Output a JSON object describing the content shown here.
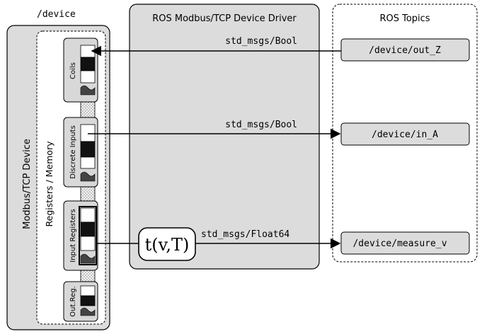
{
  "device_label": "/device",
  "device": {
    "title": "Modbus/TCP Device",
    "registers_title": "Registers / Memory",
    "blocks": [
      {
        "label": "Coils"
      },
      {
        "label": "Discrete Inputs"
      },
      {
        "label": "Input Registers"
      },
      {
        "label": "Out.Reg."
      }
    ]
  },
  "driver": {
    "title": "ROS Modbus/TCP Device Driver",
    "transform_label": "t(v,T)"
  },
  "topics": {
    "title": "ROS Topics",
    "items": [
      {
        "name": "/device/out_Z"
      },
      {
        "name": "/device/in_A"
      },
      {
        "name": "/device/measure_v"
      }
    ]
  },
  "connections": [
    {
      "msg_type": "std_msgs/Bool",
      "from": "/device/out_Z",
      "to": "Coils"
    },
    {
      "msg_type": "std_msgs/Bool",
      "from": "Discrete Inputs",
      "to": "/device/in_A"
    },
    {
      "msg_type": "std_msgs/Float64",
      "from": "Input Registers",
      "to": "/device/measure_v"
    }
  ],
  "colors": {
    "panel_fill": "#dcdcdc",
    "stroke": "#000000",
    "background": "#ffffff"
  }
}
